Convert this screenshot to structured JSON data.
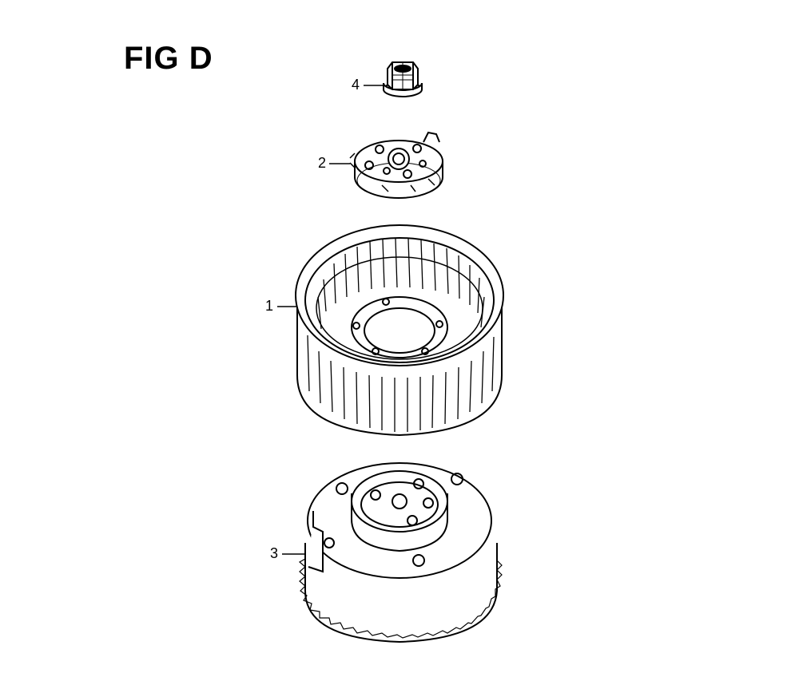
{
  "figure": {
    "title": "FIG D"
  },
  "parts": [
    {
      "id": "4",
      "label": "4",
      "name": "flange-nut"
    },
    {
      "id": "2",
      "label": "2",
      "name": "starter-pulley"
    },
    {
      "id": "1",
      "label": "1",
      "name": "cooling-fan"
    },
    {
      "id": "3",
      "label": "3",
      "name": "flywheel"
    }
  ]
}
